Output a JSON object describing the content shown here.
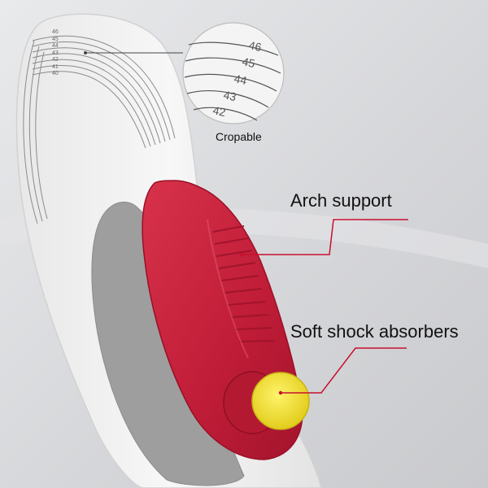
{
  "labels": {
    "cropable": "Cropable",
    "arch_support": "Arch support",
    "shock_absorbers": "Soft shock absorbers"
  },
  "magnifier_sizes": [
    "46",
    "45",
    "44",
    "43",
    "42"
  ],
  "insole_sizes": [
    "46",
    "45",
    "44",
    "43",
    "42",
    "41",
    "40"
  ],
  "colors": {
    "background": "#dcdde0",
    "insole": "#f1f1f1",
    "heel_pad": "#9a9a9a",
    "arch": "#c61f3a",
    "absorber": "#f3e33a",
    "leader_line": "#c8102e"
  }
}
